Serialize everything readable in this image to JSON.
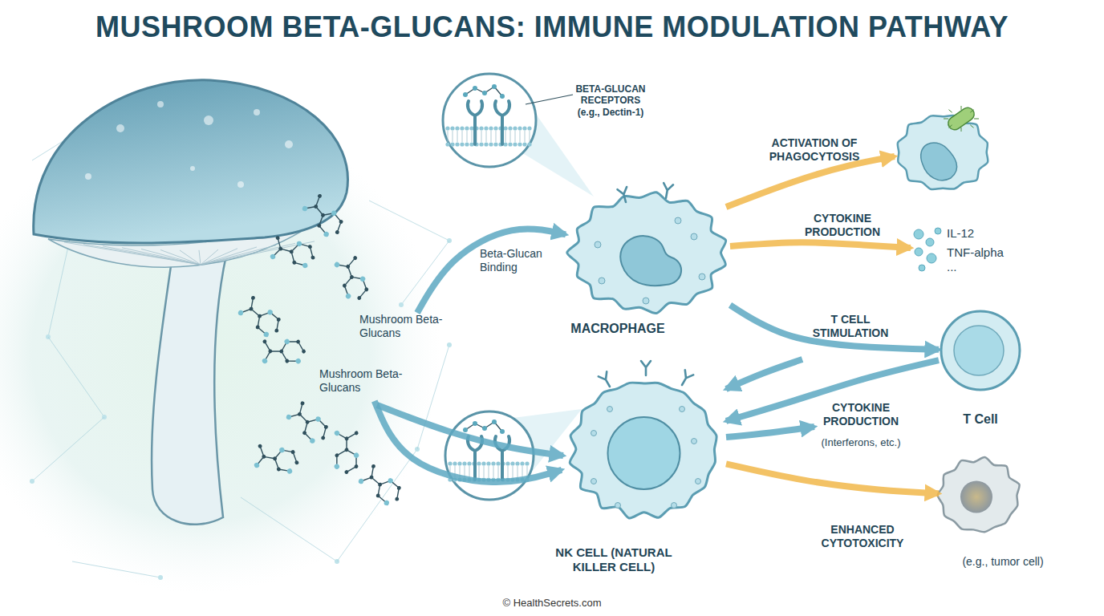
{
  "diagram": {
    "title": "MUSHROOM BETA-GLUCANS: IMMUNE MODULATION PATHWAY",
    "nodes": [
      {
        "text": [
          "Mushroom Beta-Glucans"
        ]
      },
      {
        "text": [
          "Mushroom Beta-Glucans"
        ]
      },
      {
        "text": [
          "MACROPHAGE"
        ]
      },
      {
        "text": [
          "IL-12",
          "TNF-alpha",
          "..."
        ]
      },
      {
        "text": [
          "T Cell"
        ]
      },
      {
        "text": [
          "NK CELL (NATURAL KILLER CELL)"
        ]
      },
      {
        "text": [
          "(e.g., tumor cell)"
        ]
      }
    ],
    "edges": [
      {
        "from": 0,
        "to": 2,
        "label": "Beta-Glucan Binding",
        "arrow": "to"
      },
      {
        "from": 1,
        "to": 5,
        "arrow": "to"
      },
      {
        "from": 2,
        "to": 3,
        "label": "CYTOKINE PRODUCTION",
        "arrow": "to"
      },
      {
        "from": 2,
        "to": 4,
        "label": "T CELL STIMULATION",
        "arrow": "to"
      },
      {
        "from": 4,
        "to": 5,
        "arrow": "to"
      },
      {
        "from": 5,
        "to": 6,
        "label": "ENHANCED CYTOTOXICITY",
        "arrow": "to"
      }
    ],
    "labels": [
      "BETA-GLUCAN RECEPTORS (e.g., Dectin-1)",
      "ACTIVATION OF PHAGOCYTOSIS",
      "CYTOKINE PRODUCTION",
      "(Interferons, etc.)",
      "© HealthSecrets.com"
    ]
  }
}
